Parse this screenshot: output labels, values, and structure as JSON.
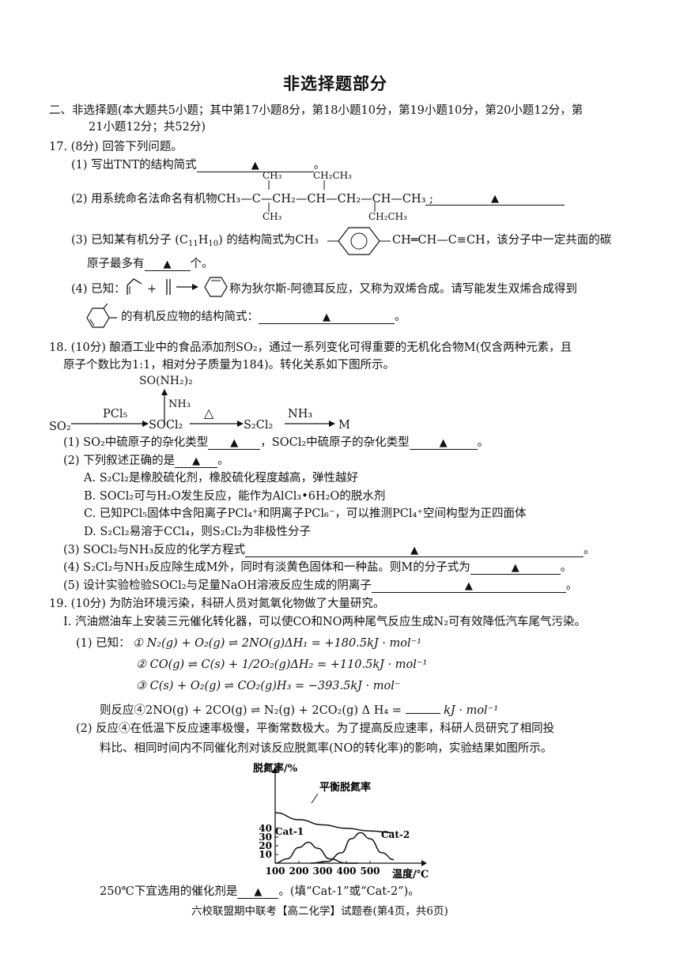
{
  "page_title": "非选择题部分",
  "section": {
    "line1": "二、非选择题(本大题共5小题；其中第17小题8分，第18小题10分，第19小题10分，第20小题12分，第",
    "line2": "21小题12分；共52分)"
  },
  "q17": {
    "head": "17. (8分) 回答下列问题。",
    "p1": "(1) 写出TNT的结构简式",
    "p2": "(2) 用系统命名法命名有机物",
    "p2_formula": {
      "top1": "CH₃",
      "top2": "CH₂CH₃",
      "main": "CH₃—C—CH₂—CH—CH₂—CH—CH₃ ;",
      "bot1": "CH₃",
      "bot2": "CH₂CH₃"
    },
    "p3a": "(3) 已知某有机分子 (C",
    "p3_c_sub": "11",
    "p3_h": "H",
    "p3_h_sub": "10",
    "p3b": ") 的结构简式为",
    "p3_ch3": "CH₃",
    "p3_chain": "CH═CH—C≡CH，该分子中一定共面的碳",
    "p3c": "原子最多有",
    "p3d": "个。",
    "p4a": "(4) 已知：",
    "p4_plus": "+",
    "p4b": "称为狄尔斯-阿德耳反应，又称为双烯合成。请写能发生双烯合成得到",
    "p4c": "的有机反应物的结构简式：",
    "p4_end": "。",
    "answer_mark": "▲"
  },
  "q18": {
    "head1": "18. (10分) 酿酒工业中的食品添加剂SO₂，通过一系列变化可得重要的无机化合物M(仅含两种元素，且",
    "head2": "原子个数比为1:1，相对分子质量为184)。转化关系如下图所示。",
    "scheme": {
      "top": "SO(NH₂)₂",
      "nh3_up": "NH₃",
      "so2": "SO₂",
      "pcl5": "PCl₅",
      "socl2": "SOCl₂",
      "heat": "△",
      "s2cl2": "S₂Cl₂",
      "nh3": "NH₃",
      "m": "M"
    },
    "p1a": "(1) SO₂中硫原子的杂化类型",
    "p1b": "，SOCl₂中硫原子的杂化类型",
    "p1c": "。",
    "p2": "(2) 下列叙述正确的是",
    "p2_end": "。",
    "optA": "A. S₂Cl₂是橡胶硫化剂，橡胶硫化程度越高，弹性越好",
    "optB": "B. SOCl₂可与H₂O发生反应，能作为AlCl₃•6H₂O的脱水剂",
    "optC": "C. 已知PCl₅固体中含阳离子PCl₄⁺和阴离子PCl₆⁻，可以推测PCl₄⁺空间构型为正四面体",
    "optD": "D. S₂Cl₂易溶于CCl₄，则S₂Cl₂为非极性分子",
    "p3": "(3) SOCl₂与NH₃反应的化学方程式",
    "p4": "(4) S₂Cl₂与NH₃反应除生成M外，同时有淡黄色固体和一种盐。则M的分子式为",
    "p5": "(5) 设计实验检验SOCl₂与足量NaOH溶液反应生成的阴离子",
    "end": "。"
  },
  "q19": {
    "head": "19. (10分) 为防治环境污染，科研人员对氮氧化物做了大量研究。",
    "partI": "I. 汽油燃油车上安装三元催化转化器，可以使CO和NO两种尾气反应生成N₂可有效降低汽车尾气污染。",
    "p1": "(1) 已知：",
    "eq1": "① N₂(g) + O₂(g) ⇌ 2NO(g)ΔH₁ = +180.5kJ · mol⁻¹",
    "eq2": "② CO(g) ⇌ C(s) + 1/2O₂(g)ΔH₂ = +110.5kJ · mol⁻¹",
    "eq3": "③ C(s) + O₂(g) ⇌ CO₂(g)H₃ = −393.5kJ · mol⁻",
    "eq4a": "则反应④2NO(g) + 2CO(g) ⇌ N₂(g) + 2CO₂(g) Δ H₄ =",
    "eq4b": "kJ · mol⁻¹",
    "p2a": "(2) 反应④在低温下反应速率极慢，平衡常数极大。为了提高反应速率，科研人员研究了相同投",
    "p2b": "料比、相同时间内不同催化剂对该反应脱氮率(NO的转化率)的影响，实验结果如图所示。",
    "q_a": "250℃下宜选用的催化剂是",
    "q_b": "。(填“Cat-1”或“Cat-2”)。"
  },
  "chart_data": {
    "type": "line",
    "ylabel": "脱氮率/%",
    "xlabel": "温度/℃",
    "xticks": [
      100,
      200,
      300,
      400,
      500
    ],
    "yticks": [
      10,
      20,
      30,
      40
    ],
    "series": [
      {
        "name": "平衡脱氮率",
        "x": [
          100,
          200,
          300,
          400,
          500,
          600
        ],
        "y": [
          58,
          50,
          44,
          40,
          37,
          35
        ]
      },
      {
        "name": "Cat-1",
        "x": [
          100,
          150,
          200,
          240,
          280,
          330,
          400,
          450
        ],
        "y": [
          0,
          5,
          18,
          24,
          17,
          5,
          0,
          0
        ]
      },
      {
        "name": "Cat-2",
        "x": [
          250,
          320,
          380,
          420,
          460,
          500,
          550,
          600
        ],
        "y": [
          0,
          2,
          12,
          28,
          35,
          28,
          12,
          4
        ]
      }
    ]
  },
  "footer": "六校联盟期中联考【高二化学】试题卷(第4页，共6页)"
}
